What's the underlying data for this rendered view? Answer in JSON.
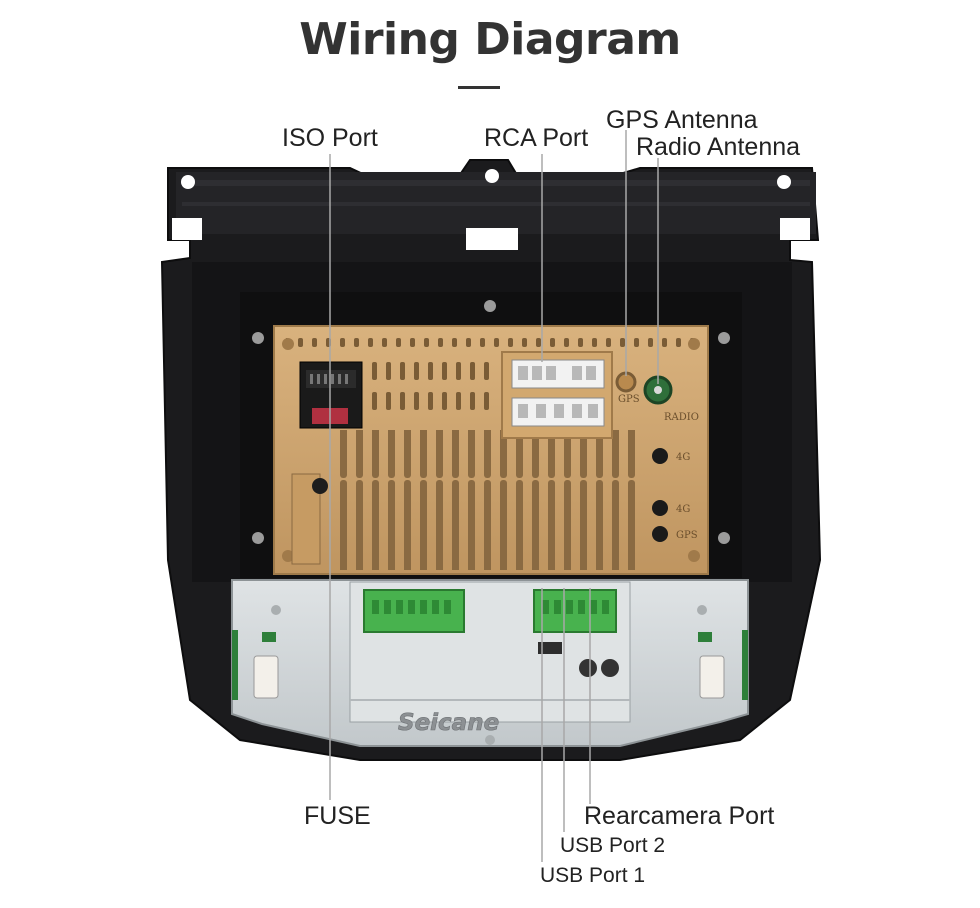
{
  "title": "Wiring Diagram",
  "brand": "Seicane",
  "labels": {
    "iso_port": "ISO Port",
    "rca_port": "RCA Port",
    "gps_antenna": "GPS Antenna",
    "radio_antenna": "Radio Antenna",
    "fuse": "FUSE",
    "rearcamera_port": "Rearcamera Port",
    "usb_port_2": "USB Port 2",
    "usb_port_1": "USB Port 1"
  },
  "unit_markings": {
    "gps": "GPS",
    "radio": "RADIO",
    "port_4g_1": "4G",
    "port_4g_2": "4G",
    "port_gps": "GPS"
  },
  "colors": {
    "chassis": "#c9a06a",
    "frame": "#1d1d1f",
    "board": "#cfd4d6",
    "connector": "#44b04a",
    "leader_line": "#9a9a9a"
  }
}
